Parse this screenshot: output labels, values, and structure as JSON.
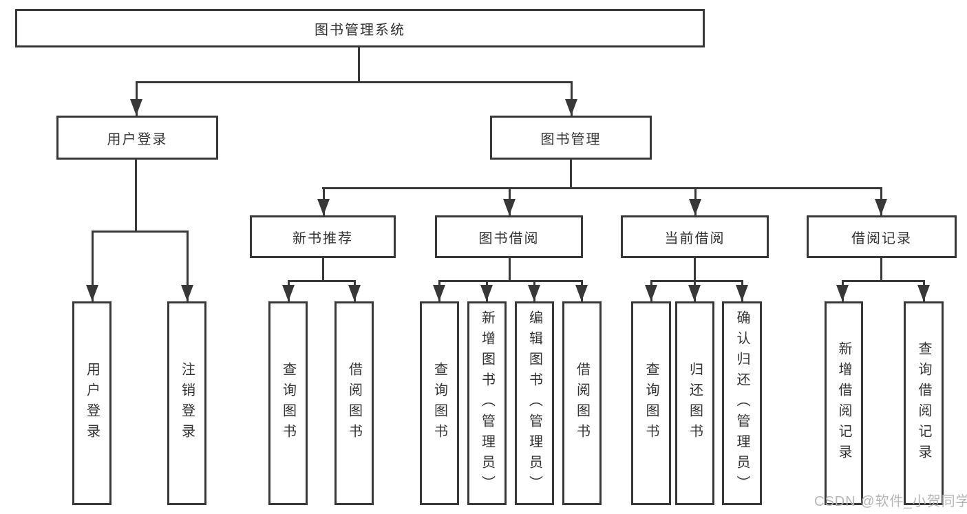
{
  "tree": {
    "root": {
      "label": "图书管理系统"
    },
    "branches": [
      {
        "label": "用户登录",
        "children": [
          "用户登录",
          "注销登录"
        ]
      },
      {
        "label": "图书管理",
        "modules": [
          {
            "label": "新书推荐",
            "children": [
              "查询图书",
              "借阅图书"
            ]
          },
          {
            "label": "图书借阅",
            "children": [
              "查询图书",
              "新增图书（管理员）",
              "编辑图书（管理员）",
              "借阅图书"
            ]
          },
          {
            "label": "当前借阅",
            "children": [
              "查询图书",
              "归还图书",
              "确认归还（管理员）"
            ]
          },
          {
            "label": "借阅记录",
            "children": [
              "新增借阅记录",
              "查询借阅记录"
            ]
          }
        ]
      }
    ]
  },
  "watermark": {
    "text": "CSDN @软件_小贺同学"
  },
  "colors": {
    "line": "#383838",
    "text": "#333333",
    "watermark": "#b5b5b5",
    "background": "#ffffff"
  }
}
